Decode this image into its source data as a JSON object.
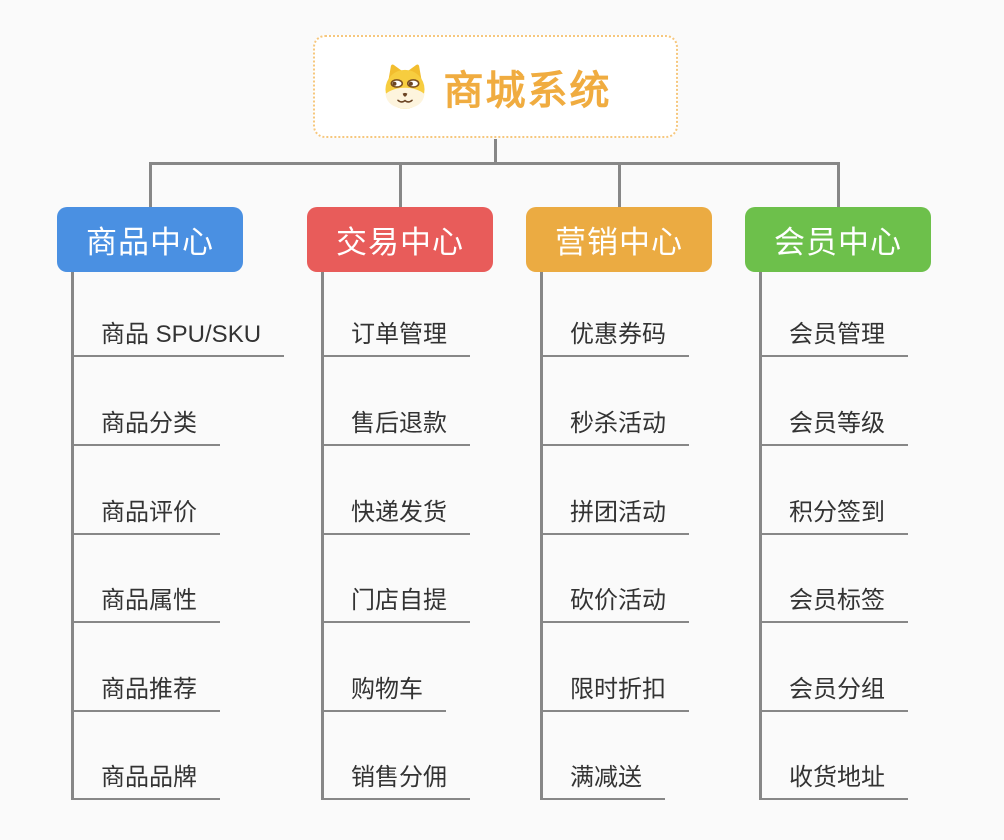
{
  "diagram": {
    "type": "mindmap-org-chart",
    "background_color": "#fafafa",
    "connector_color": "#878787",
    "root": {
      "title": "商城系统",
      "icon": "shiba-dog-icon",
      "title_color": "#f0ac40",
      "border_color": "#f6c77d"
    },
    "branches": [
      {
        "label": "商品中心",
        "color": "#4a90e2",
        "items": [
          "商品 SPU/SKU",
          "商品分类",
          "商品评价",
          "商品属性",
          "商品推荐",
          "商品品牌"
        ]
      },
      {
        "label": "交易中心",
        "color": "#e85c5a",
        "items": [
          "订单管理",
          "售后退款",
          "快递发货",
          "门店自提",
          "购物车",
          "销售分佣"
        ]
      },
      {
        "label": "营销中心",
        "color": "#ebab42",
        "items": [
          "优惠券码",
          "秒杀活动",
          "拼团活动",
          "砍价活动",
          "限时折扣",
          "满减送"
        ]
      },
      {
        "label": "会员中心",
        "color": "#6dc04b",
        "items": [
          "会员管理",
          "会员等级",
          "积分签到",
          "会员标签",
          "会员分组",
          "收货地址"
        ]
      }
    ]
  }
}
